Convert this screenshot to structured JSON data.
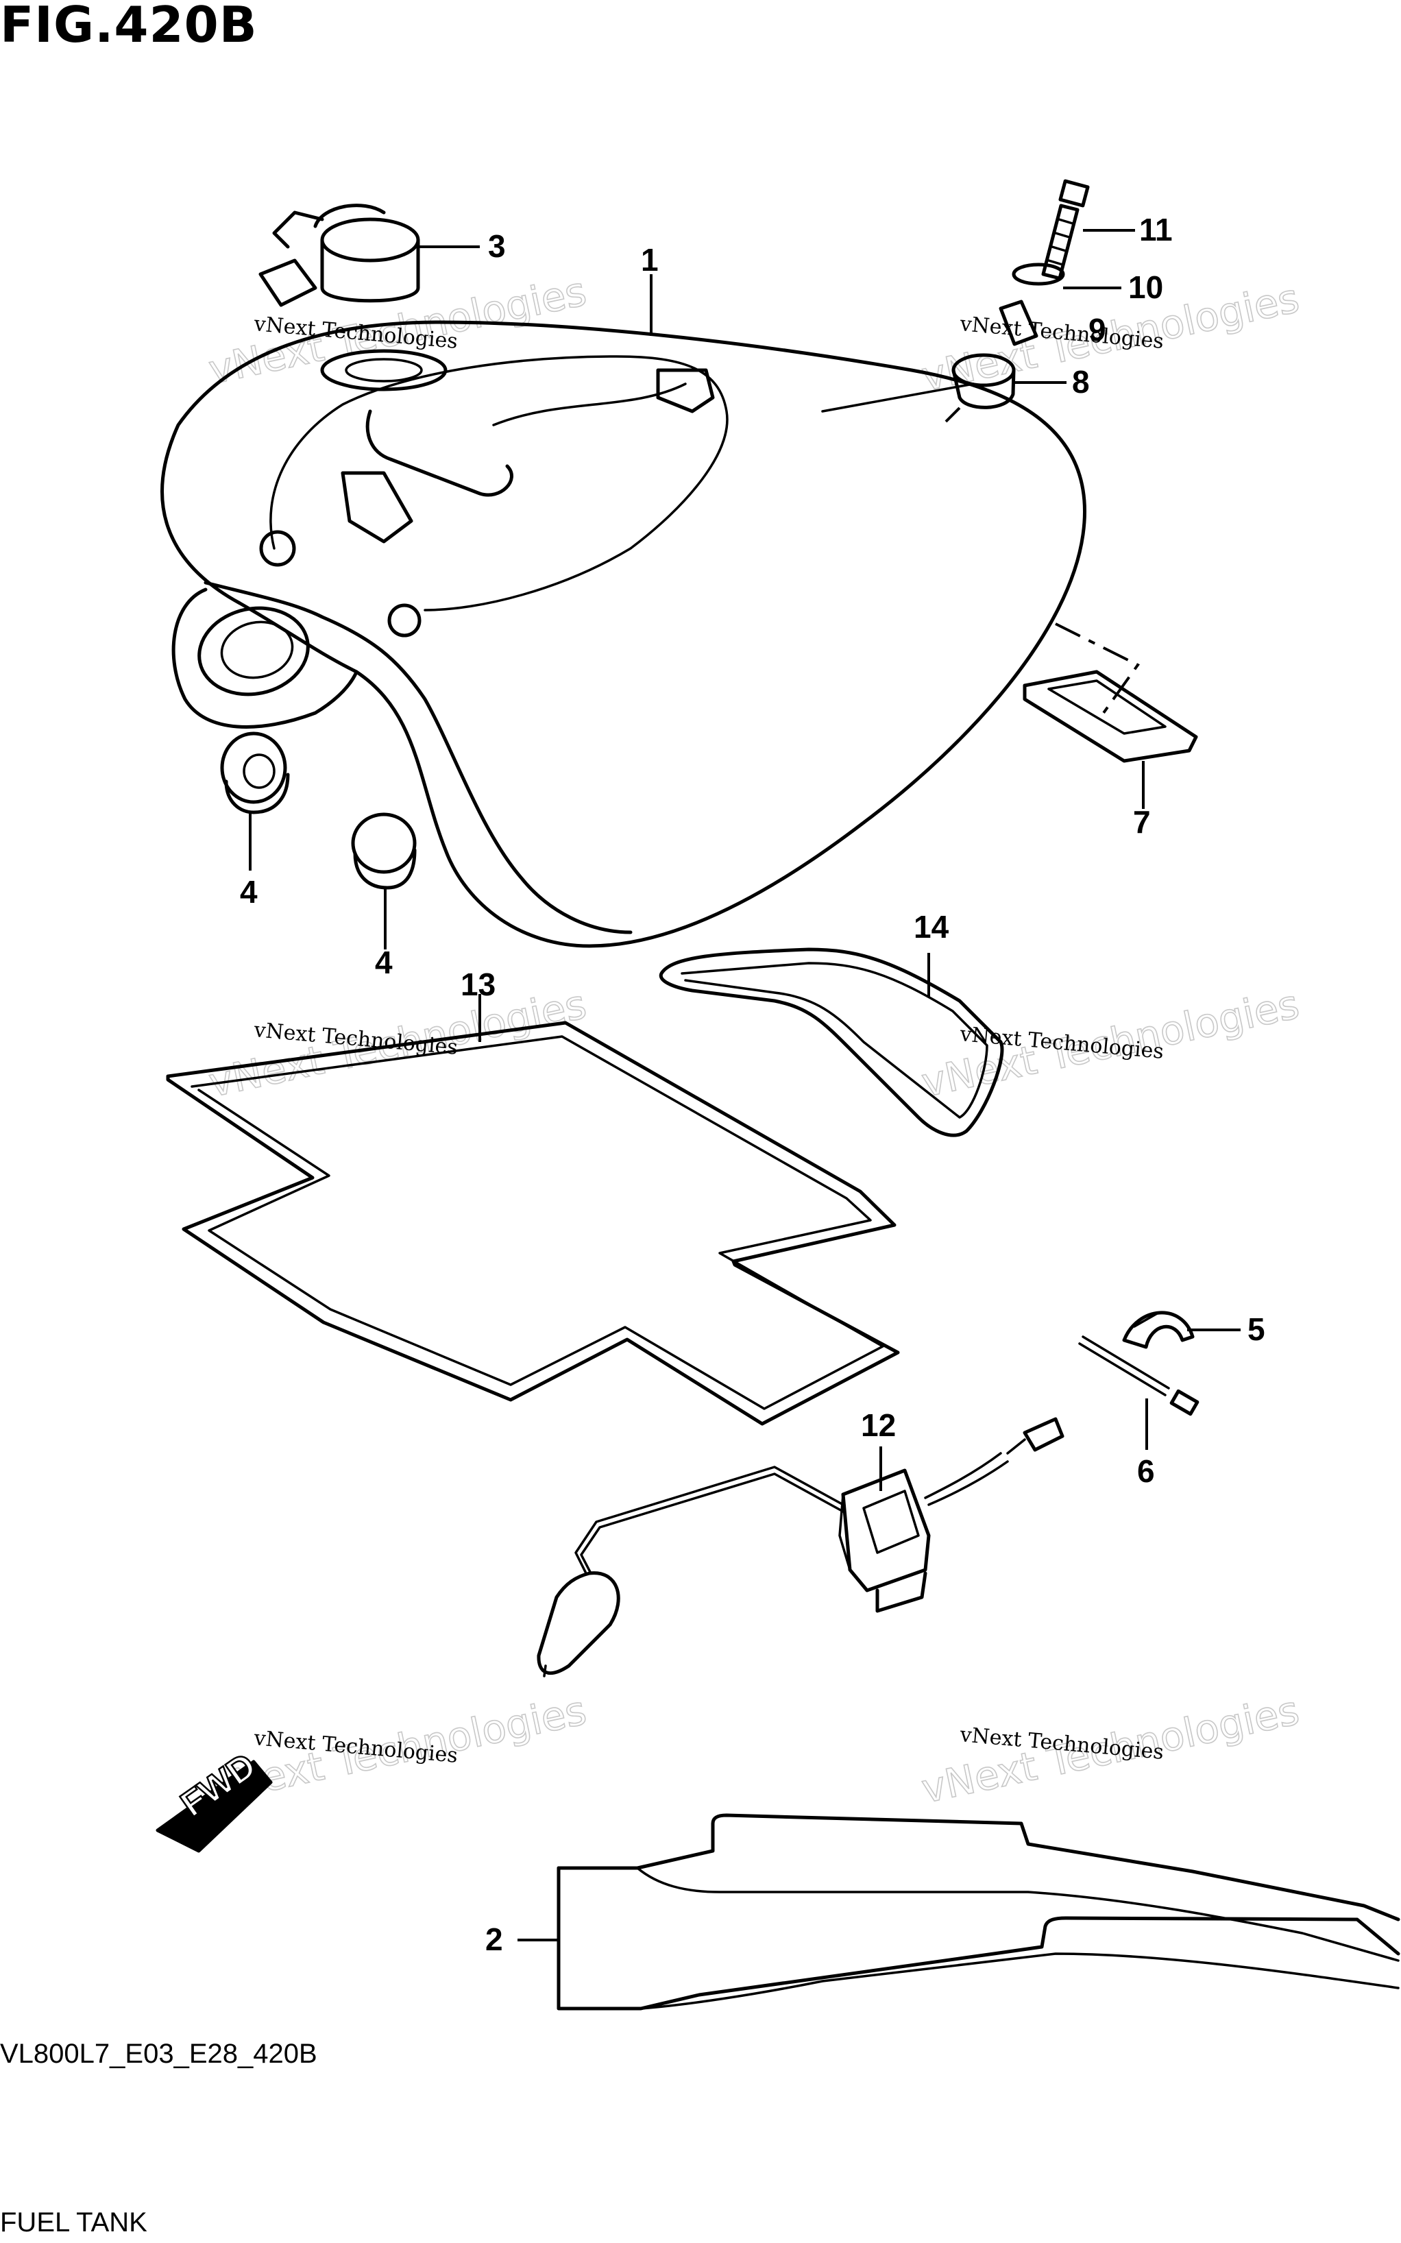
{
  "figure": {
    "title": "FIG.420B",
    "code": "VL800L7_E03_E28_420B",
    "name": "FUEL TANK"
  },
  "callouts": {
    "c1": "1",
    "c2": "2",
    "c3": "3",
    "c4a": "4",
    "c4b": "4",
    "c5": "5",
    "c6": "6",
    "c7": "7",
    "c8": "8",
    "c9": "9",
    "c10": "10",
    "c11": "11",
    "c12": "12",
    "c13": "13",
    "c14": "14"
  },
  "watermark": {
    "line1": "vNext Technologies",
    "line2": "vNext Technologies"
  },
  "direction_marker": {
    "label": "FWD"
  }
}
